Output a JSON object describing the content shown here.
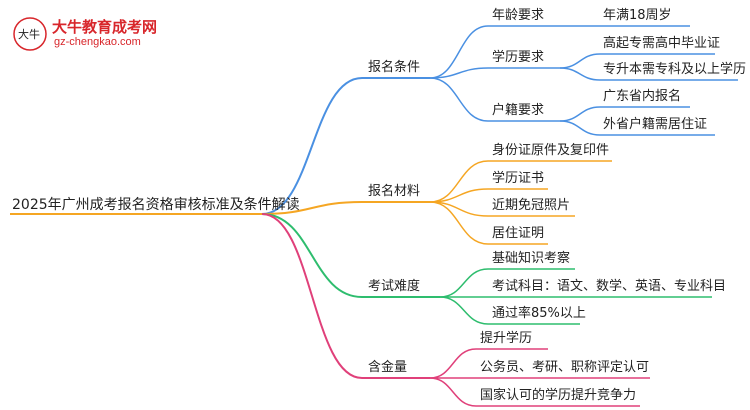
{
  "logo": {
    "mark": "大牛",
    "title": "大牛教育成考网",
    "url": "gz-chengkao.com"
  },
  "root": {
    "label": "2025年广州成考报名资格审核标准及条件解读"
  },
  "branches": [
    {
      "label": "报名条件",
      "color": "#4a90e2",
      "children": [
        {
          "label": "年龄要求",
          "children": [
            {
              "label": "年满18周岁"
            }
          ]
        },
        {
          "label": "学历要求",
          "children": [
            {
              "label": "高起专需高中毕业证"
            },
            {
              "label": "专升本需专科及以上学历"
            }
          ]
        },
        {
          "label": "户籍要求",
          "children": [
            {
              "label": "广东省内报名"
            },
            {
              "label": "外省户籍需居住证"
            }
          ]
        }
      ]
    },
    {
      "label": "报名材料",
      "color": "#f5a623",
      "children": [
        {
          "label": "身份证原件及复印件"
        },
        {
          "label": "学历证书"
        },
        {
          "label": "近期免冠照片"
        },
        {
          "label": "居住证明"
        }
      ]
    },
    {
      "label": "考试难度",
      "color": "#2ebd6e",
      "children": [
        {
          "label": "基础知识考察"
        },
        {
          "label": "考试科目：语文、数学、英语、专业科目"
        },
        {
          "label": "通过率85%以上"
        }
      ]
    },
    {
      "label": "含金量",
      "color": "#e0407a",
      "children": [
        {
          "label": "提升学历"
        },
        {
          "label": "公务员、考研、职称评定认可"
        },
        {
          "label": "国家认可的学历提升竞争力"
        }
      ]
    }
  ]
}
